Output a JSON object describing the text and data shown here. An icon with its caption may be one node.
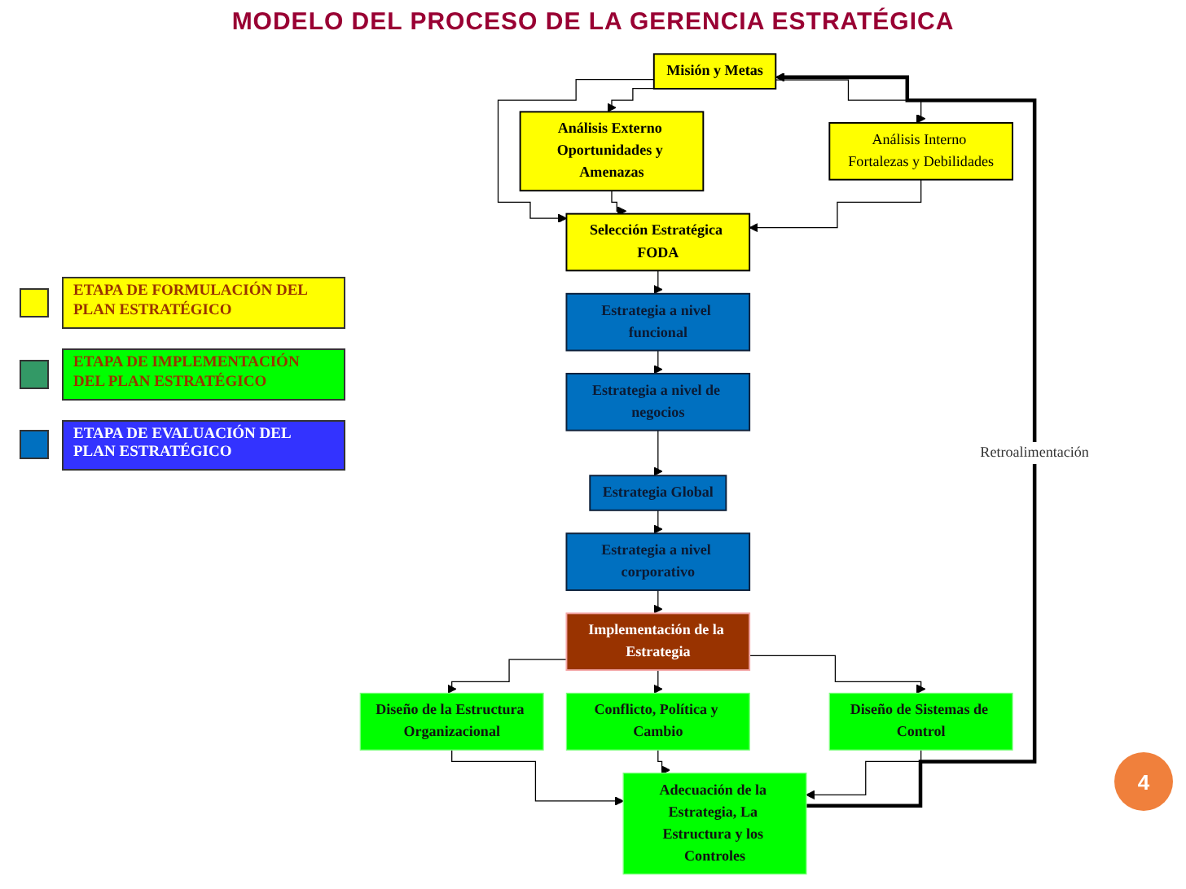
{
  "diagram": {
    "title": "MODELO DEL PROCESO DE LA GERENCIA ESTRATÉGICA",
    "nodes": [
      {
        "text": [
          "Misión y Metas"
        ]
      },
      {
        "text": [
          "Análisis Externo Oportunidades y Amenazas"
        ]
      },
      {
        "text": [
          "Selección Estratégica FODA"
        ]
      },
      {
        "text": [
          "Análisis Interno Fortalezas y Debilidades"
        ]
      },
      {
        "text": [
          "Estrategia a nivel funcional"
        ]
      },
      {
        "text": [
          "Estrategia a nivel de negocios"
        ]
      },
      {
        "text": [
          "Estrategia Global"
        ]
      },
      {
        "text": [
          "Estrategia a nivel corporativo"
        ]
      },
      {
        "text": [
          "Implementación de la Estrategia"
        ]
      },
      {
        "text": [
          "Diseño de la Estructura Organizacional"
        ]
      },
      {
        "text": [
          "Conflicto, Política y Cambio"
        ]
      },
      {
        "text": [
          "Diseño de Sistemas de Control"
        ]
      },
      {
        "text": [
          "Adecuación de la Estrategia, La Estructura y los Controles"
        ]
      }
    ],
    "edges": [
      {
        "from": 0,
        "to": 1,
        "arrow": "to"
      },
      {
        "from": 0,
        "to": 2,
        "arrow": "to"
      },
      {
        "from": 0,
        "to": 3,
        "arrow": "to"
      },
      {
        "from": 1,
        "to": 2,
        "arrow": "to"
      },
      {
        "from": 3,
        "to": 2,
        "arrow": "to"
      },
      {
        "from": 2,
        "to": 4,
        "arrow": "to"
      },
      {
        "from": 4,
        "to": 5,
        "arrow": "to"
      },
      {
        "from": 5,
        "to": 6,
        "arrow": "to"
      },
      {
        "from": 6,
        "to": 7,
        "arrow": "to"
      },
      {
        "from": 7,
        "to": 8,
        "arrow": "to"
      },
      {
        "from": 8,
        "to": 9,
        "arrow": "to"
      },
      {
        "from": 8,
        "to": 10,
        "arrow": "to"
      },
      {
        "from": 8,
        "to": 11,
        "arrow": "to"
      },
      {
        "from": 9,
        "to": 12,
        "arrow": "to"
      },
      {
        "from": 10,
        "to": 12,
        "arrow": "to"
      },
      {
        "from": 11,
        "to": 12,
        "arrow": "to"
      },
      {
        "from": 12,
        "to": 0,
        "arrow": "to",
        "label": "Retroalimentación",
        "style": "thick"
      }
    ],
    "labels": [
      "4"
    ],
    "legend": [
      {
        "text": "ETAPA DE FORMULACIÓN DEL PLAN ESTRATÉGICO",
        "color": "#ffff00"
      },
      {
        "text": "ETAPA DE IMPLEMENTACIÓN DEL PLAN ESTRATÉGICO",
        "color": "#339966"
      },
      {
        "text": "ETAPA DE EVALUACIÓN DEL PLAN ESTRATÉGICO",
        "color": "#0070c0"
      }
    ]
  }
}
